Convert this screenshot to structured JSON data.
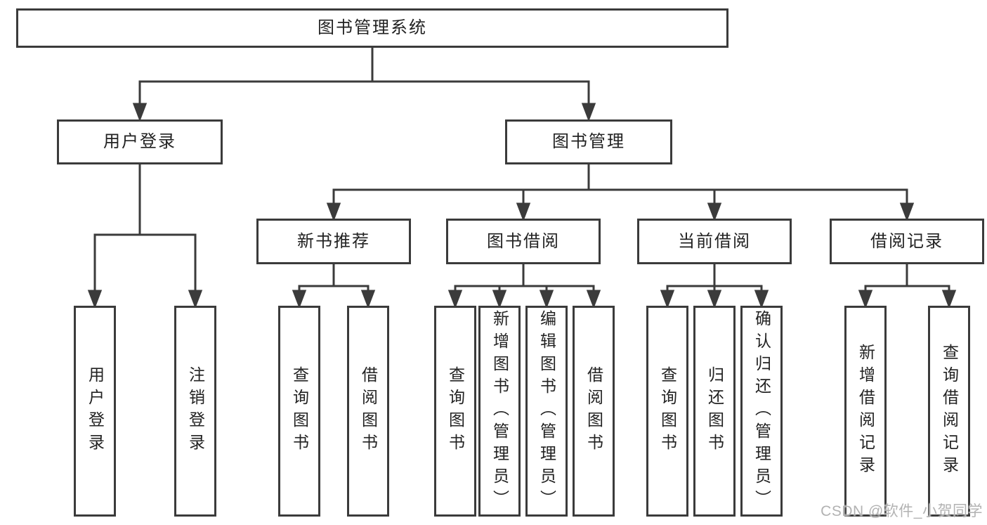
{
  "colors": {
    "border": "#3b3b3b",
    "line": "#3b3b3b",
    "text": "#222222",
    "background": "#ffffff",
    "watermark_text": "#b2b2b2"
  },
  "watermark": "CSDN @软件_小贺同学",
  "tree": {
    "root": {
      "label": "图书管理系统"
    },
    "level2": [
      {
        "label": "用户登录"
      },
      {
        "label": "图书管理"
      }
    ],
    "level3": [
      {
        "label": "新书推荐",
        "parent": "图书管理"
      },
      {
        "label": "图书借阅",
        "parent": "图书管理"
      },
      {
        "label": "当前借阅",
        "parent": "图书管理"
      },
      {
        "label": "借阅记录",
        "parent": "图书管理"
      }
    ],
    "leaves": [
      {
        "label": "用户登录",
        "parent": "用户登录"
      },
      {
        "label": "注销登录",
        "parent": "用户登录"
      },
      {
        "label": "查询图书",
        "parent": "新书推荐"
      },
      {
        "label": "借阅图书",
        "parent": "新书推荐"
      },
      {
        "label": "查询图书",
        "parent": "图书借阅"
      },
      {
        "label": "新增图书（管理员）",
        "parent": "图书借阅"
      },
      {
        "label": "编辑图书（管理员）",
        "parent": "图书借阅"
      },
      {
        "label": "借阅图书",
        "parent": "图书借阅"
      },
      {
        "label": "查询图书",
        "parent": "当前借阅"
      },
      {
        "label": "归还图书",
        "parent": "当前借阅"
      },
      {
        "label": "确认归还（管理员）",
        "parent": "当前借阅"
      },
      {
        "label": "新增借阅记录",
        "parent": "借阅记录"
      },
      {
        "label": "查询借阅记录",
        "parent": "借阅记录"
      }
    ]
  }
}
